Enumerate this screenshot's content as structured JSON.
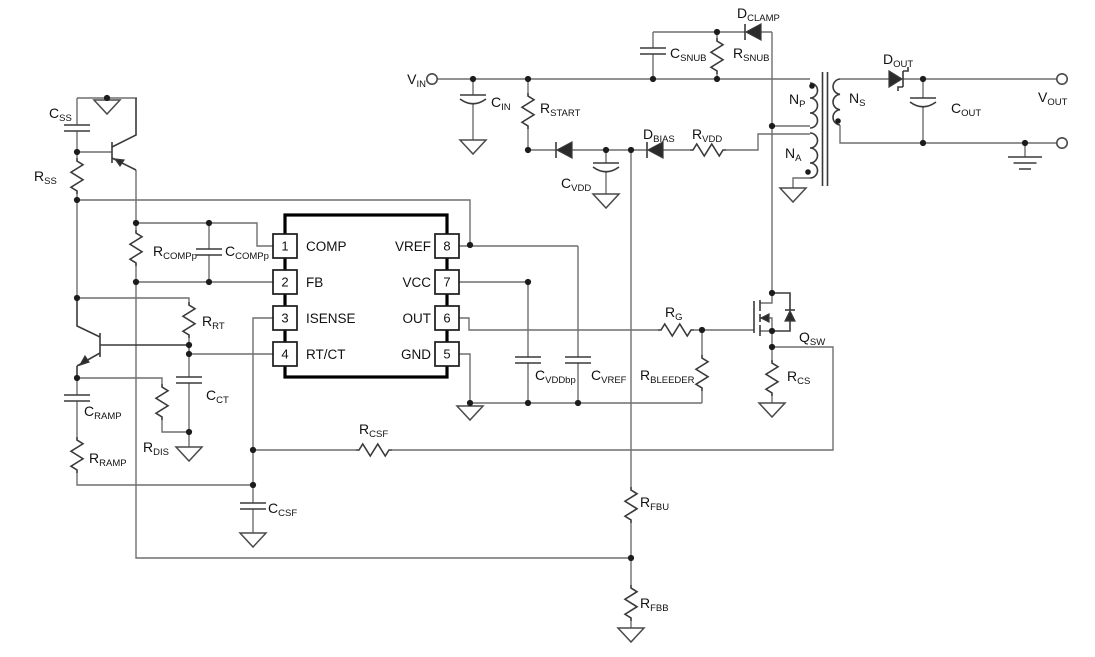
{
  "colors": {
    "wire": "#6f6f6f",
    "component": "#3a3a3a",
    "text": "#111111"
  },
  "ic": {
    "pins_left": [
      {
        "num": "1",
        "name": "COMP"
      },
      {
        "num": "2",
        "name": "FB"
      },
      {
        "num": "3",
        "name": "ISENSE"
      },
      {
        "num": "4",
        "name": "RT/CT"
      }
    ],
    "pins_right": [
      {
        "num": "8",
        "name": "VREF"
      },
      {
        "num": "7",
        "name": "VCC"
      },
      {
        "num": "6",
        "name": "OUT"
      },
      {
        "num": "5",
        "name": "GND"
      }
    ]
  },
  "labels": {
    "vin": {
      "m": "V",
      "s": "IN"
    },
    "cin": {
      "m": "C",
      "s": "IN"
    },
    "rstart": {
      "m": "R",
      "s": "START"
    },
    "csnub": {
      "m": "C",
      "s": "SNUB"
    },
    "rsnub": {
      "m": "R",
      "s": "SNUB"
    },
    "dclamp": {
      "m": "D",
      "s": "CLAMP"
    },
    "dbias": {
      "m": "D",
      "s": "BIAS"
    },
    "rvdd": {
      "m": "R",
      "s": "VDD"
    },
    "cvdd": {
      "m": "C",
      "s": "VDD"
    },
    "np": {
      "m": "N",
      "s": "P"
    },
    "ns": {
      "m": "N",
      "s": "S"
    },
    "na": {
      "m": "N",
      "s": "A"
    },
    "dout": {
      "m": "D",
      "s": "OUT"
    },
    "cout": {
      "m": "C",
      "s": "OUT"
    },
    "vout": {
      "m": "V",
      "s": "OUT"
    },
    "qsw": {
      "m": "Q",
      "s": "SW"
    },
    "rcs": {
      "m": "R",
      "s": "CS"
    },
    "rg": {
      "m": "R",
      "s": "G"
    },
    "rbleeder": {
      "m": "R",
      "s": "BLEEDER"
    },
    "cvddbp": {
      "m": "C",
      "s": "VDDbp"
    },
    "cvref": {
      "m": "C",
      "s": "VREF"
    },
    "css": {
      "m": "C",
      "s": "SS"
    },
    "rss": {
      "m": "R",
      "s": "SS"
    },
    "rcompp": {
      "m": "R",
      "s": "COMPp"
    },
    "ccompp": {
      "m": "C",
      "s": "COMPp"
    },
    "rrt": {
      "m": "R",
      "s": "RT"
    },
    "cct": {
      "m": "C",
      "s": "CT"
    },
    "rdis": {
      "m": "R",
      "s": "DIS"
    },
    "cramp": {
      "m": "C",
      "s": "RAMP"
    },
    "rramp": {
      "m": "R",
      "s": "RAMP"
    },
    "rcsf": {
      "m": "R",
      "s": "CSF"
    },
    "ccsf": {
      "m": "C",
      "s": "CSF"
    },
    "rfbu": {
      "m": "R",
      "s": "FBU"
    },
    "rfbb": {
      "m": "R",
      "s": "FBB"
    }
  }
}
